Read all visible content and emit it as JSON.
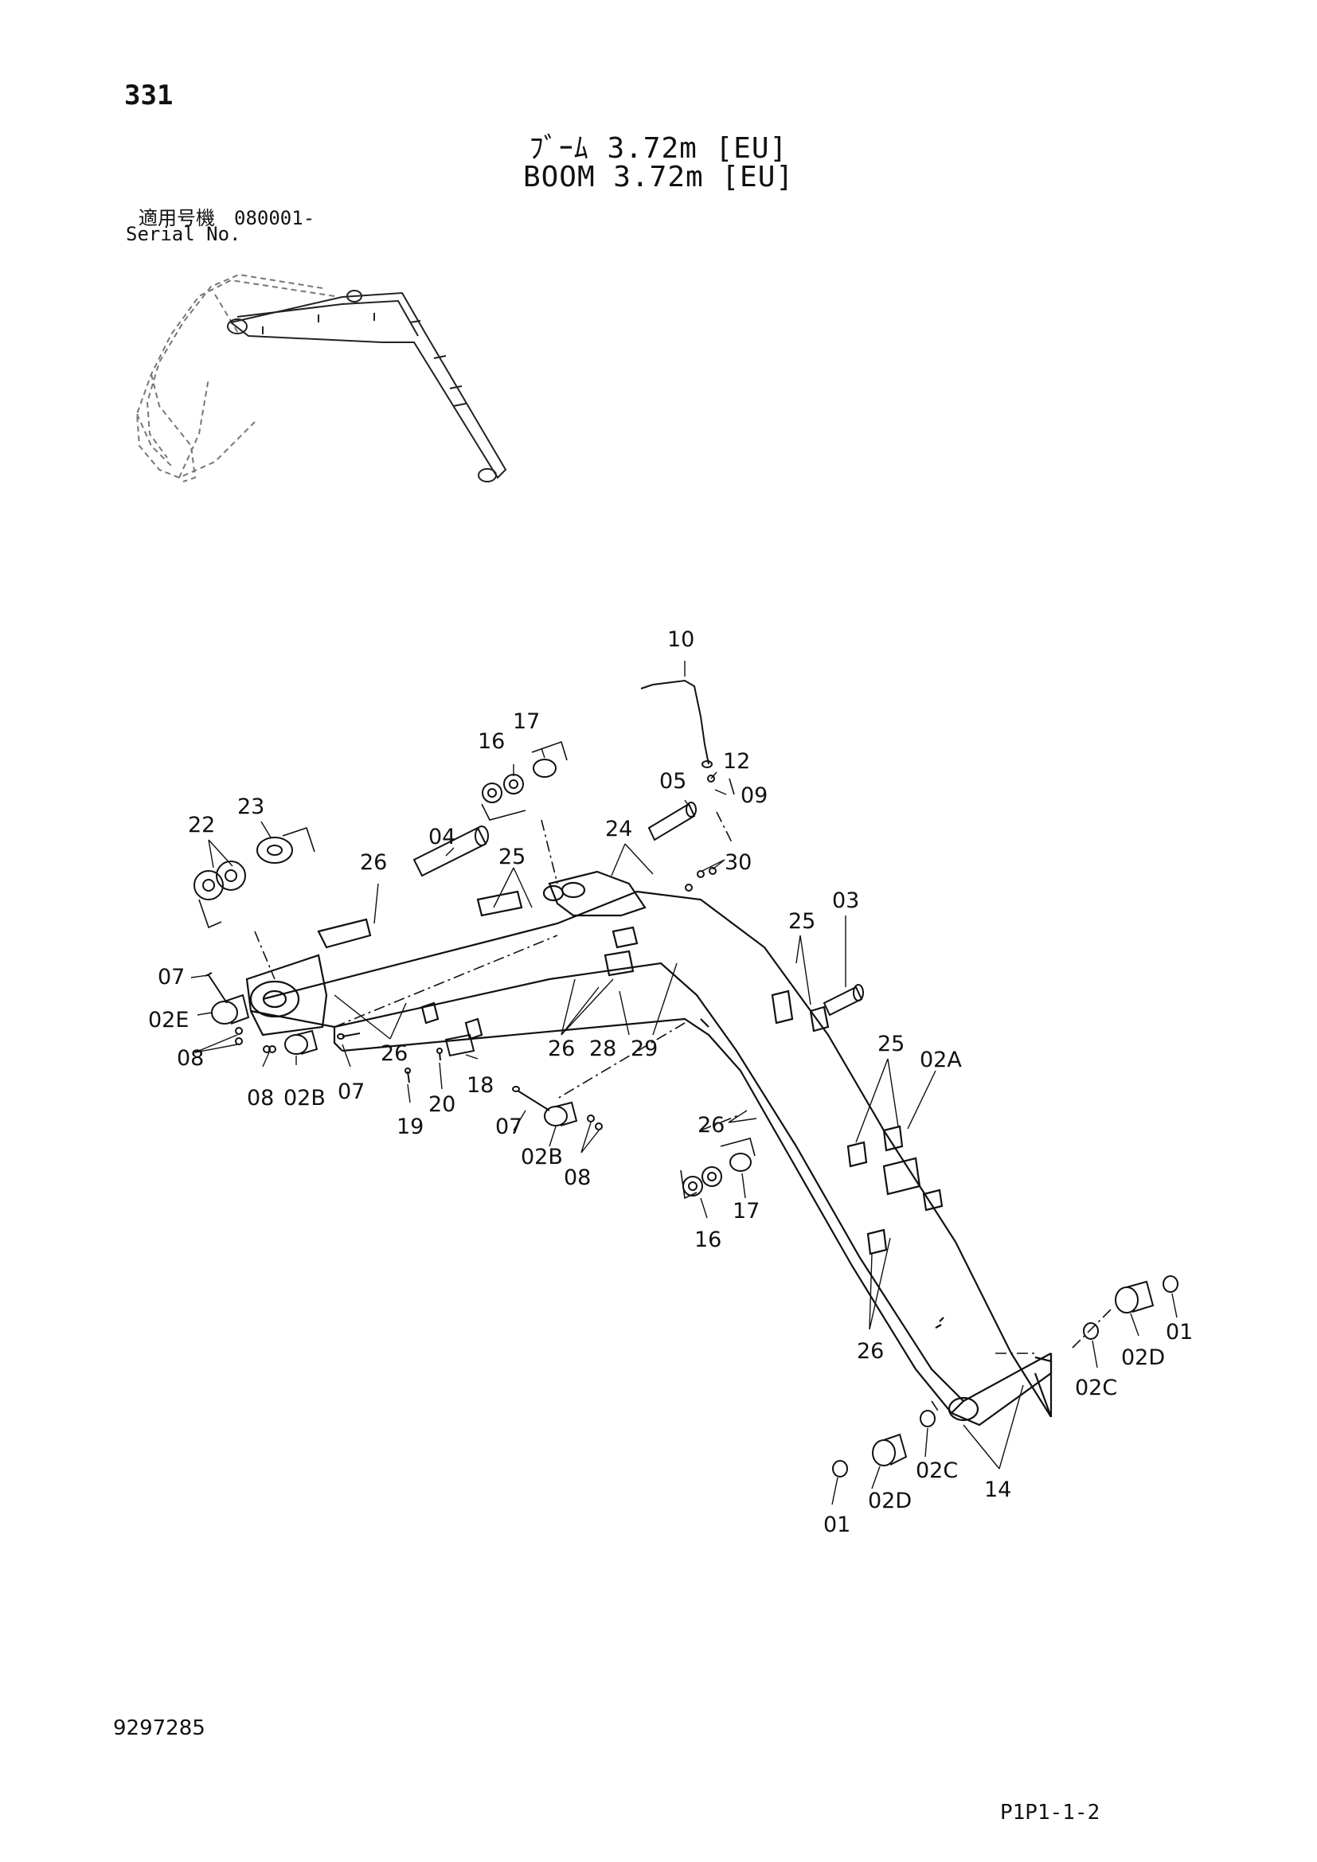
{
  "header": {
    "page_number": "331",
    "title_jp": "ﾌﾞｰﾑ 3.72m [EU]",
    "title_en": "BOOM 3.72m [EU]",
    "serial_label_jp": "適用号機　080001-",
    "serial_label_en": "Serial No."
  },
  "footer": {
    "part_number": "9297285",
    "page_ref": "P1P1-1-2"
  },
  "callouts": [
    "10",
    "17",
    "16",
    "12",
    "05",
    "09",
    "22",
    "23",
    "04",
    "24",
    "30",
    "25",
    "26",
    "03",
    "25",
    "07",
    "02E",
    "26",
    "26",
    "28",
    "29",
    "08",
    "08",
    "02B",
    "07",
    "20",
    "18",
    "19",
    "07",
    "25",
    "02A",
    "26",
    "02B",
    "08",
    "16",
    "17",
    "01",
    "02D",
    "26",
    "02C",
    "02C",
    "02D",
    "14",
    "01"
  ]
}
